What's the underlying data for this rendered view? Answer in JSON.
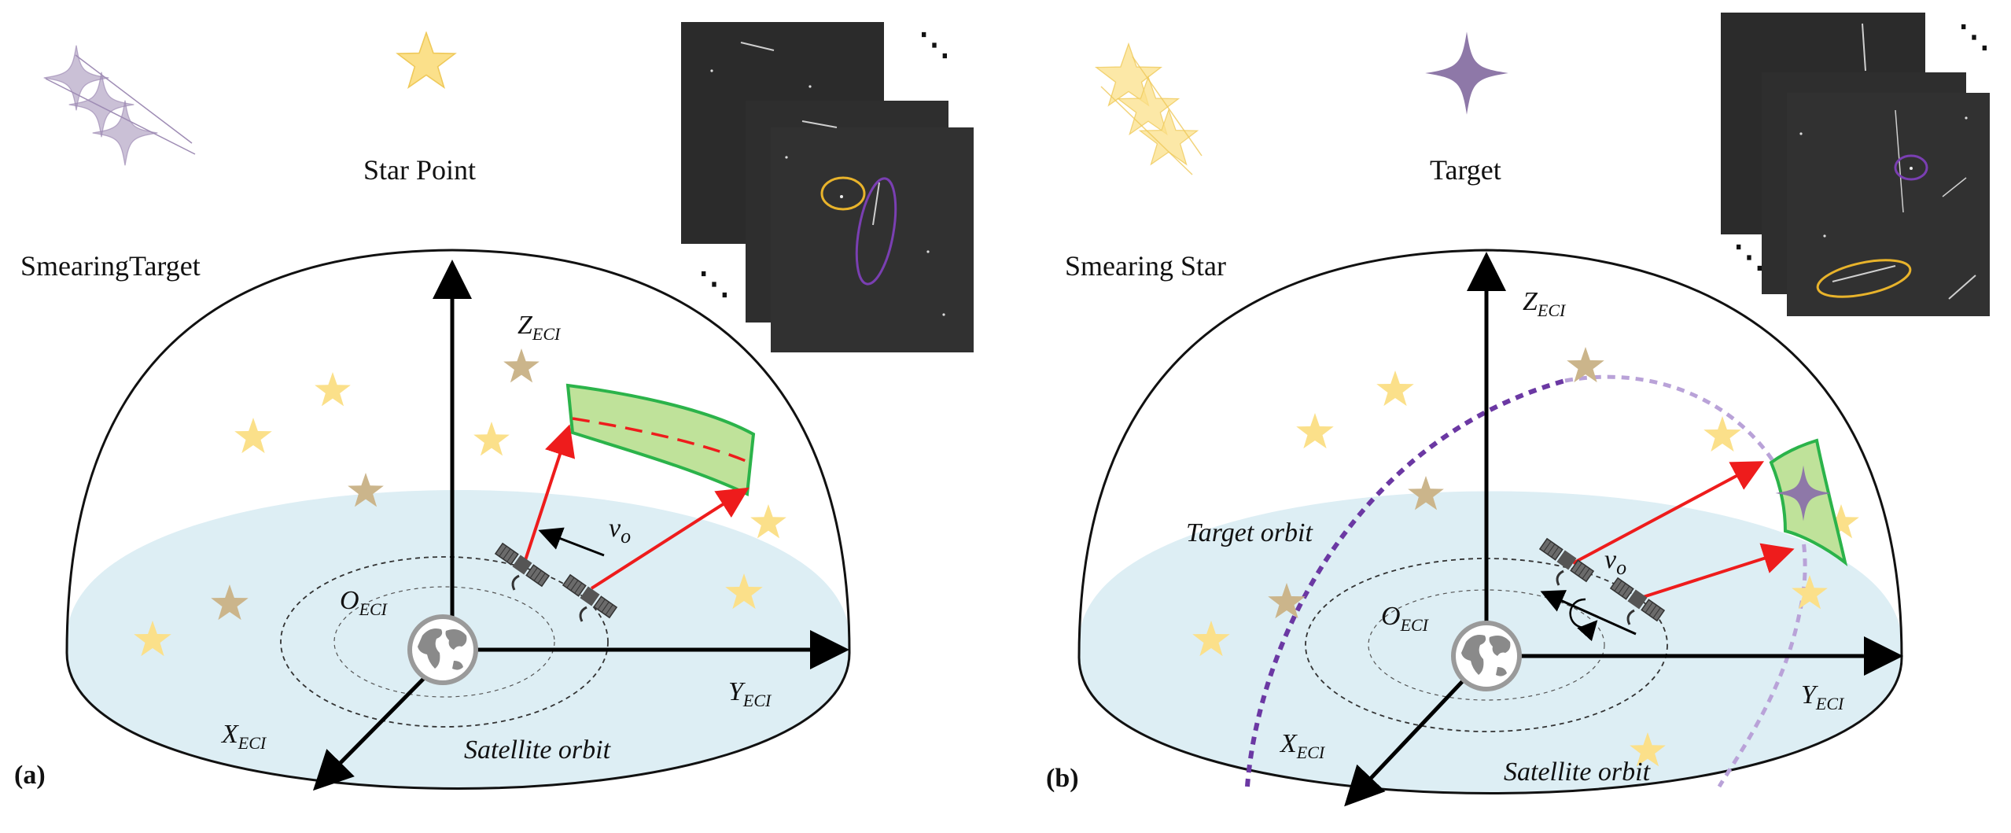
{
  "colors": {
    "ground_plane": "#ddeef4",
    "star": "#fbe08a",
    "star_stroke": "#efc95a",
    "dim_star": "#cbb58b",
    "target": "#8e78a8",
    "fov_fill": "#bfe29a",
    "fov_stroke": "#2bb34a",
    "ray": "#ee1c1c",
    "target_orbit": "#6b38a3",
    "target_orbit_far": "#b9a2d8",
    "ellipse_yellow": "#e8b32b",
    "ellipse_purple": "#7a3fb2",
    "image_bg": "#2b2b2b"
  },
  "panel_a": {
    "tag": "(a)",
    "legend_smear": "SmearingTarget",
    "legend_point": "Star Point",
    "axes": {
      "z": "Z",
      "y": "Y",
      "x": "X",
      "origin": "O",
      "sub": "ECI"
    },
    "velocity": {
      "main": "v",
      "sub": "o"
    },
    "satellite_orbit": "Satellite orbit",
    "ellipsis": "⋱"
  },
  "panel_b": {
    "tag": "(b)",
    "legend_smear": "Smearing Star",
    "legend_point": "Target",
    "axes": {
      "z": "Z",
      "y": "Y",
      "x": "X",
      "origin": "O",
      "sub": "ECI"
    },
    "velocity": {
      "main": "v",
      "sub": "o"
    },
    "satellite_orbit": "Satellite orbit",
    "target_orbit": "Target orbit",
    "ellipsis": "⋱"
  }
}
